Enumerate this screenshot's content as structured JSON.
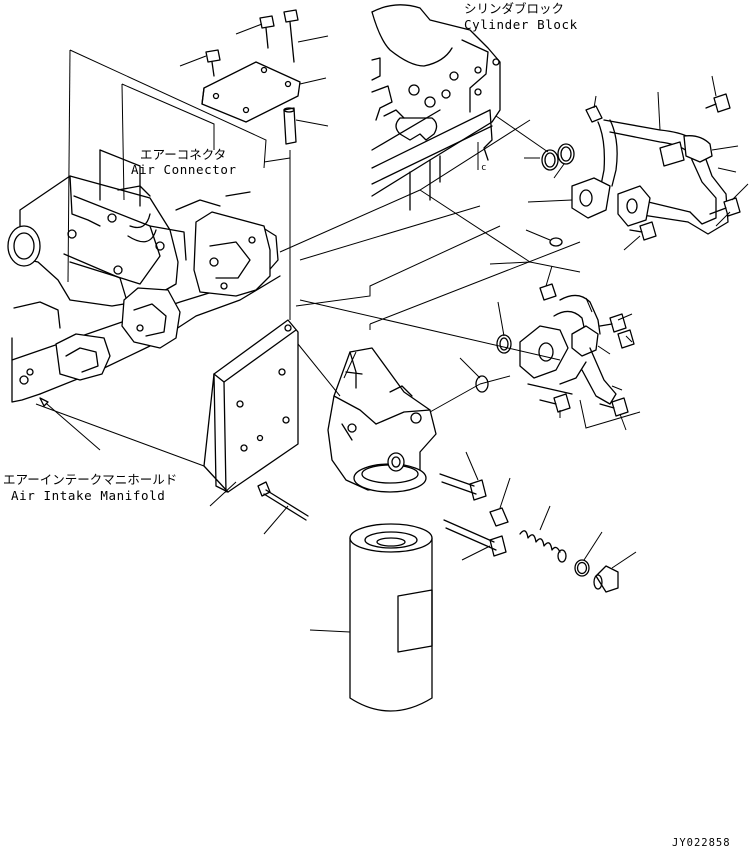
{
  "labels": {
    "cylinder_block_jp": "シリンダブロック",
    "cylinder_block_en": "Cylinder Block",
    "air_connector_jp": "エアーコネクタ",
    "air_connector_en": "Air Connector",
    "air_intake_manifold_jp": "エアーインテークマニホールド",
    "air_intake_manifold_en": "Air Intake Manifold",
    "drawing_number": "JY022858"
  }
}
